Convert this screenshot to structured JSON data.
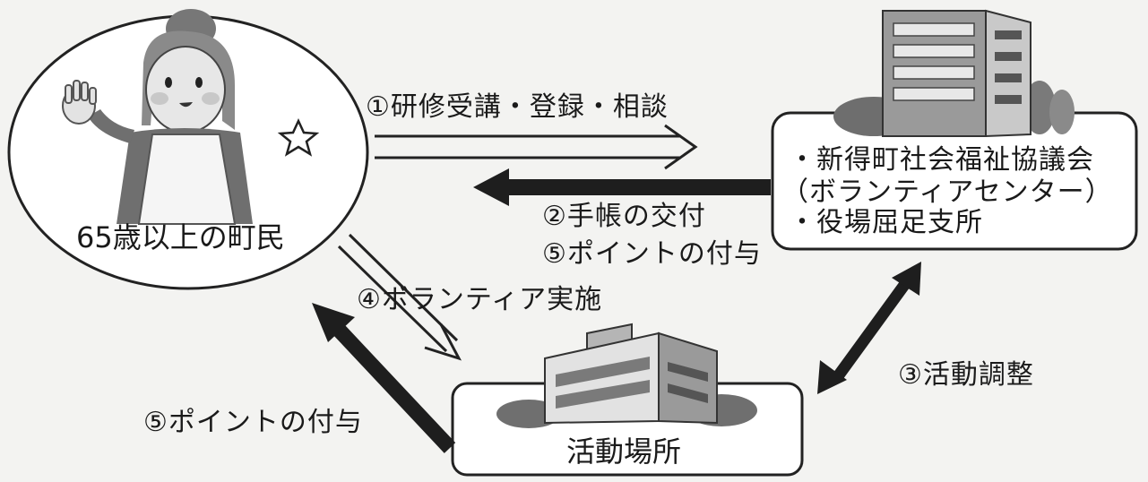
{
  "resident": {
    "label": "65歳以上の町民"
  },
  "office": {
    "line1": "・新得町社会福祉協議会",
    "line2": "（ボランティアセンター）",
    "line3": "・役場屈足支所"
  },
  "activity_place": {
    "label": "活動場所"
  },
  "steps": {
    "s1": "①研修受講・登録・相談",
    "s2": "②手帳の交付",
    "s5_office": "⑤ポイントの付与",
    "s4": "④ボランティア実施",
    "s3": "③活動調整",
    "s5_place": "⑤ポイントの付与"
  },
  "colors": {
    "background": "#f3f3f1",
    "outline": "#222222",
    "fill_dark": "#1e1e1e",
    "building": "#8a8a8a"
  }
}
